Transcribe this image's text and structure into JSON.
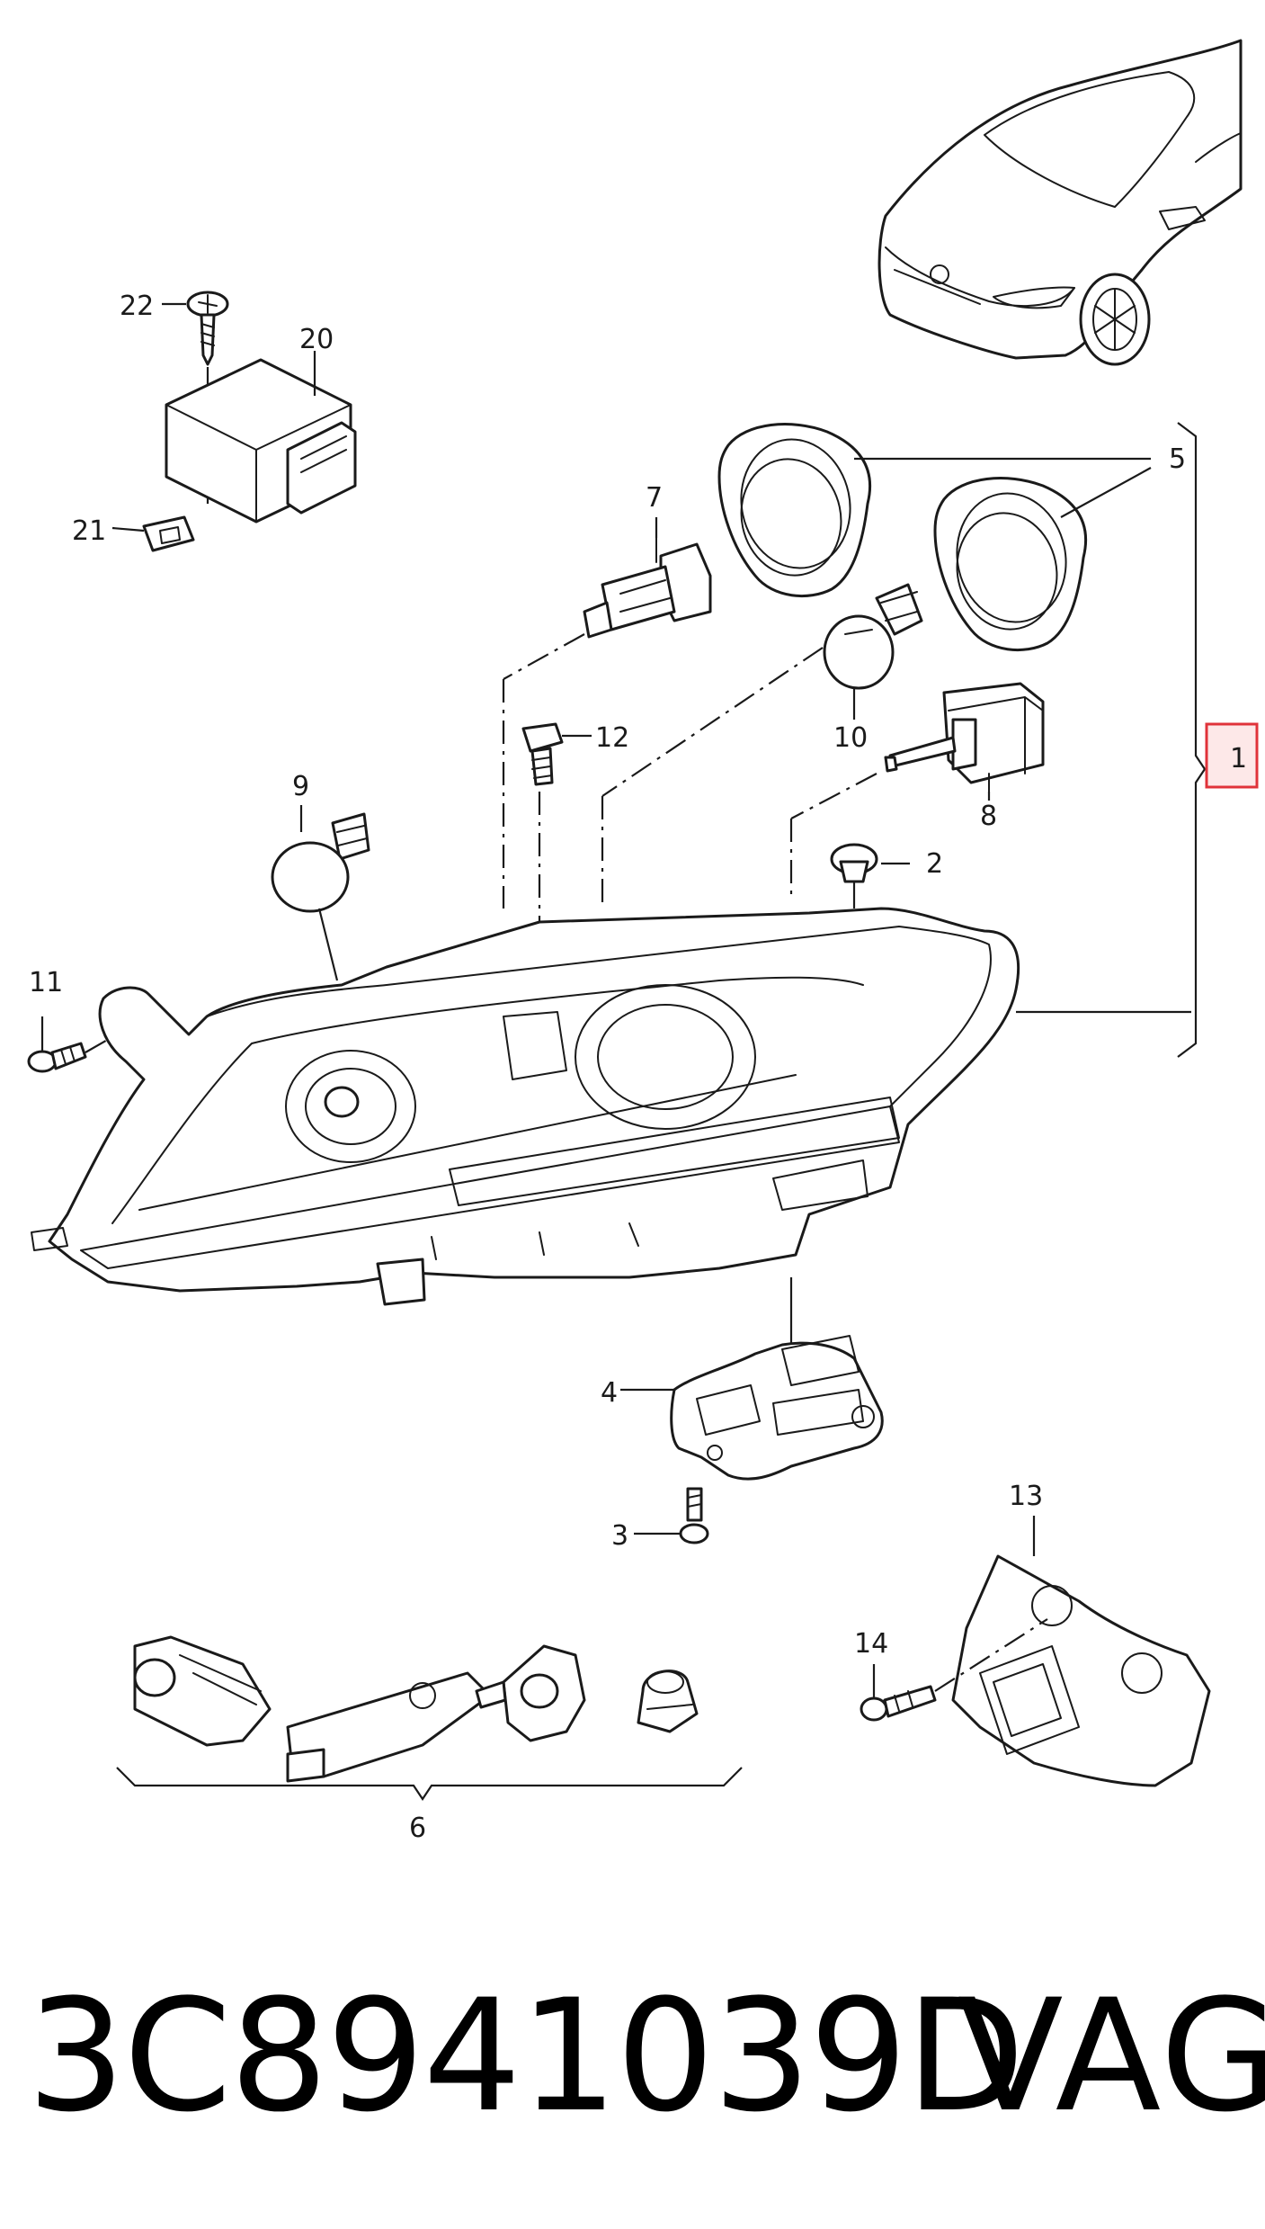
{
  "callouts": {
    "c1": "1",
    "c2": "2",
    "c3": "3",
    "c4": "4",
    "c5": "5",
    "c6": "6",
    "c7": "7",
    "c8": "8",
    "c9": "9",
    "c10": "10",
    "c11": "11",
    "c12": "12",
    "c13": "13",
    "c14": "14",
    "c20": "20",
    "c21": "21",
    "c22": "22"
  },
  "highlight_color": "#e0333a",
  "footer": {
    "part_number": "3C8941039D",
    "brand": "VAG"
  }
}
